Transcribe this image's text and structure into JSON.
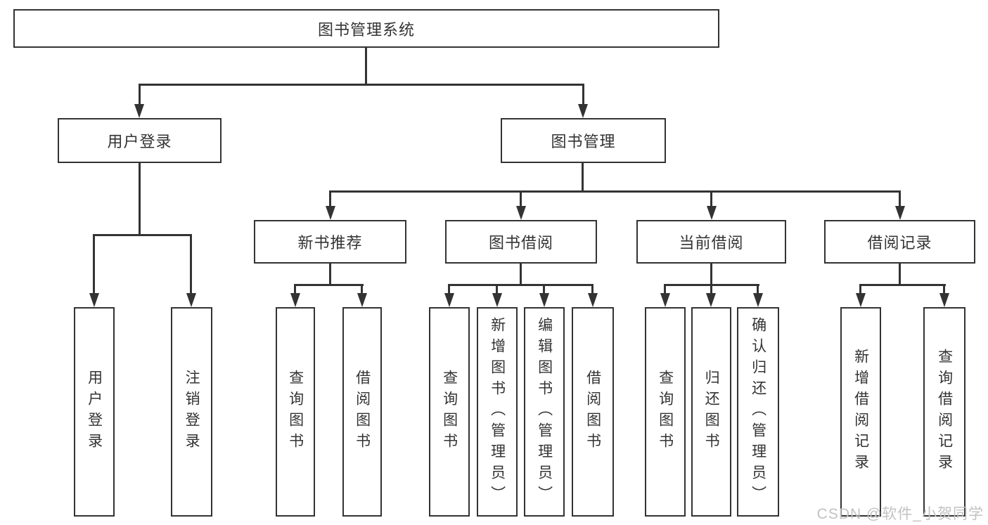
{
  "diagram": {
    "root": "图书管理系统",
    "branches": [
      {
        "id": "user-login",
        "label": "用户登录",
        "children": [
          "用户登录",
          "注销登录"
        ]
      },
      {
        "id": "book-management",
        "label": "图书管理",
        "sections": [
          {
            "id": "new-book-recommend",
            "label": "新书推荐",
            "children": [
              "查询图书",
              "借阅图书"
            ]
          },
          {
            "id": "book-borrow",
            "label": "图书借阅",
            "children": [
              "查询图书",
              "新增图书（管理员）",
              "编辑图书（管理员）",
              "借阅图书"
            ]
          },
          {
            "id": "current-borrow",
            "label": "当前借阅",
            "children": [
              "查询图书",
              "归还图书",
              "确认归还（管理员）"
            ]
          },
          {
            "id": "borrow-record",
            "label": "借阅记录",
            "children": [
              "新增借阅记录",
              "查询借阅记录"
            ]
          }
        ]
      }
    ]
  },
  "watermark": "CSDN @软件_小贺同学",
  "colors": {
    "line": "#333333",
    "text": "#333333",
    "background": "#ffffff",
    "watermark": "#c2c2c2"
  }
}
